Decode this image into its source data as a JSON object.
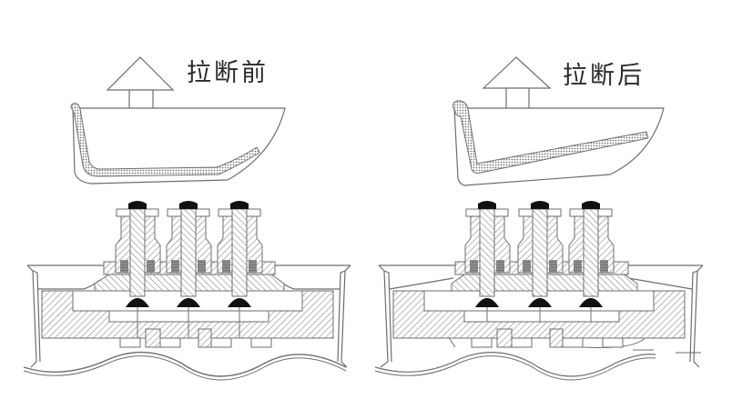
{
  "panels": [
    {
      "id": "before",
      "title": "拉断前",
      "state": "intact"
    },
    {
      "id": "after",
      "title": "拉断后",
      "state": "pulled-apart"
    }
  ],
  "colors": {
    "line": "#6e6e6e",
    "hatch": "#8a8a8a",
    "dark_cap": "#111111",
    "fill_light": "#ffffff",
    "screw_fill": "#7a7a7a",
    "text": "#2a2a2a"
  }
}
